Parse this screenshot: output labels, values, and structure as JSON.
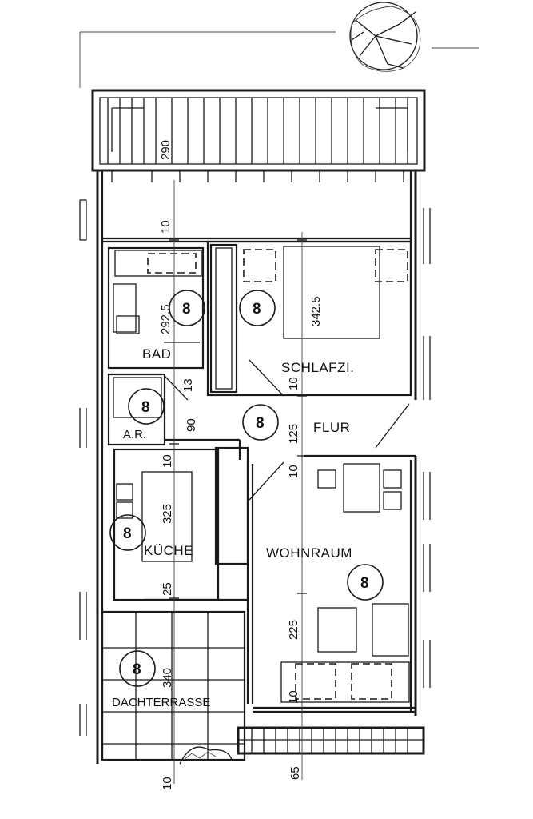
{
  "rooms": {
    "bad": "BAD",
    "schlafzimmer": "SCHLAFZI.",
    "flur": "FLUR",
    "abstellraum": "A.R.",
    "kueche": "KÜCHE",
    "wohnraum": "WOHNRAUM",
    "dachterrasse": "DACHTERRASSE"
  },
  "markers": {
    "bad": "8",
    "schlafzimmer": "8",
    "flur": "8",
    "abstellraum": "8",
    "kueche": "8",
    "wohnraum": "8",
    "dachterrasse": "8"
  },
  "dimensions": {
    "balcony_depth": "290",
    "wall_top": "10",
    "bath_length": "292.5",
    "bedroom_length": "342.5",
    "bath_wall": "13",
    "ar_length": "90",
    "corridor_length": "125",
    "flur_wall_a": "10",
    "flur_wall_b": "10",
    "kitchen_wall": "10",
    "kitchen_length": "325",
    "kitchen_bottom": "25",
    "living_length": "225",
    "terrace_length": "340",
    "living_wall": "10",
    "outer_bottom": "10",
    "balcony_bottom": "65"
  }
}
